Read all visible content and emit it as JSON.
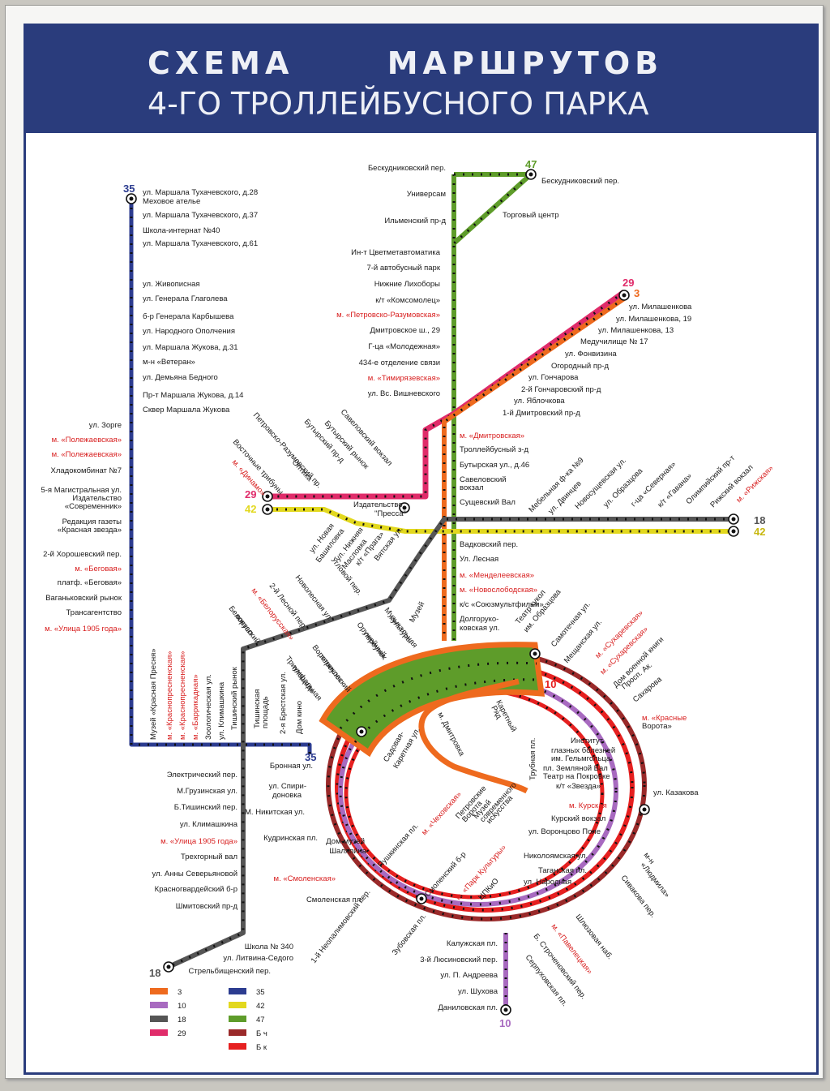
{
  "title": {
    "line1": "СХЕМА      МАРШРУТОВ",
    "line2": "4-ГО ТРОЛЛЕЙБУСНОГО ПАРКА"
  },
  "colors": {
    "r3": "#ee6a1e",
    "r10": "#a86ac0",
    "r18": "#555555",
    "r29": "#e02c6a",
    "r35": "#2c3c90",
    "r42": "#e2d81e",
    "r47": "#5e9c2a",
    "rBch": "#9a2a2a",
    "rBk": "#e62020"
  },
  "route_numbers": {
    "r35_top": "35",
    "r35_bottom": "35",
    "r47": "47",
    "r29": "29",
    "r3": "3",
    "r29_left": "29",
    "r42_left": "42",
    "r18_right": "18",
    "r42_right": "42",
    "r10_ring": "10",
    "r18_bottom": "18",
    "r10_bottom": "10"
  },
  "labels": {
    "l35": [
      "ул. Маршала Тухачевского, д.28",
      "Меховое ателье",
      "ул. Маршала Тухачевского, д.37",
      "Школа-интернат №40",
      "ул. Маршала Тухачевского, д.61",
      "ул. Живописная",
      "ул. Генерала Глаголева",
      "б-р Генерала Карбышева",
      "ул. Народного Ополчения",
      "ул. Маршала Жукова, д.31",
      "м-н «Ветеран»",
      "ул. Демьяна Бедного",
      "Пр-т Маршала Жукова, д.14",
      "Сквер Маршала Жукова"
    ],
    "l35w": [
      "ул. Зорге",
      "м. «Полежаевская»",
      "м. «Полежаевская»",
      "Хладокомбинат №7",
      "5-я Магистральная ул.",
      "Издательство",
      "«Современник»",
      "Редакция газеты",
      "«Красная звезда»",
      "2-й Хорошевский пер.",
      "м. «Беговая»",
      "платф. «Беговая»",
      "Ваганьковский рынок",
      "Трансагентство",
      "м. «Улица 1905 года»"
    ],
    "n47": [
      "Бескудниковский пер.",
      "Универсам",
      "Ильменский пр-д",
      "Бескудниковский пер.",
      "Торговый центр"
    ],
    "dm": [
      "Ин-т Цветметавтоматика",
      "7-й автобусный парк",
      "Нижние Лихоборы",
      "к/т «Комсомолец»",
      "м. «Петровско-Разумовская»",
      "Дмитровское ш., 29",
      "Г-ца «Молодежная»",
      "434-е отделение связи",
      "м. «Тимирязевская»",
      "ул. Вс. Вишневского"
    ],
    "r29": [
      "ул. Милашенкова",
      "ул. Милашенкова, 19",
      "ул. Милашенкова, 13",
      "Медучилище № 17",
      "ул. Фонвизина",
      "Огородный пр-д",
      "ул. Гончарова",
      "2-й Гончаровский пр-д",
      "ул. Яблочкова",
      "1-й Дмитровский пр-д"
    ],
    "cn": [
      "м. «Дмитровская»",
      "Троллейбусный з-д",
      "Бутырская ул., д.46",
      "Савеловский",
      "вокзал",
      "Сущевский Вал",
      "Вадковский пер.",
      "Ул. Лесная",
      "м. «Менделеевская»",
      "м. «Новослободская»",
      "к/с «Союзмультфильм»",
      "Долгоруко-",
      "ковская ул."
    ],
    "diag_nw": [
      "Петровско-Разумовский пр.",
      "Восточные трибуны",
      "м. «Динамо»",
      "Оптика",
      "Бутырский пр-д",
      "Бутырский рынок",
      "Савеловский вокзал"
    ],
    "izd": [
      "Издательство",
      "\"Пресса\""
    ],
    "diag_mid": [
      "ул. Новая",
      "Башиловка",
      "ул. Нижняя",
      "Масловка",
      "к/т «Прага»",
      "Вятская ул."
    ],
    "diag_ne": [
      "Мебельная ф-ка №9",
      "ул. Двинцев",
      "Новосущевская ул.",
      "ул. Образцова",
      "г-ца «Северная»",
      "к/т «Гавана»",
      "Олимпийский пр-т",
      "Рижский вокзал",
      "м. «Рижская»"
    ],
    "diag_sw": [
      "Угловой пер.",
      "Новолесная ул.",
      "2-й Лесной пер.",
      "м. «Белорусская»",
      "Белорусский",
      "вокзал",
      "Оружейный",
      "переулок",
      "Музыкальная",
      "культуры",
      "Музей",
      "Воротниковский",
      "переулок",
      "Триумфальная",
      "площадь",
      "Театр кукол",
      "им. Образцова",
      "Самотечная ул.",
      "Мещанская ул.",
      "м. «Сухаревская»",
      "м. «Сухаревская»",
      "Дом военной книги",
      "Просп. Ак.",
      "Сахарова",
      "м. «Красные",
      "Ворота»"
    ],
    "vert": [
      "Музей «Красная Пресня»",
      "м. «Краснопресненская»",
      "м. «Краснопресненская»",
      "м. «Баррикадная»",
      "Зоологическая ул.",
      "ул. Климашкина",
      "Тишинский рынок",
      "Тишинская",
      "площадь",
      "2-я Брестская ул.",
      "Дом кино"
    ],
    "inner": [
      "м. Дмитровка",
      "Каретный",
      "Ряд",
      "Садовая-",
      "Каретная ул."
    ],
    "ring_e": [
      "Институт",
      "глазных болезней",
      "им. Гельмгольца",
      "пл. Земляной Вал",
      "Театр на Покровке",
      "к/т «Звезда»",
      "ул. Казакова",
      "м. Курская",
      "Курский вокзал",
      "ул. Воронцово Поле",
      "Трубная пл.",
      "Николоямская ул.",
      "Таганская пл.",
      "ул. Народная",
      "м-н",
      "«Людмила»",
      "Сивакова пер."
    ],
    "ring_w": [
      "Бронная ул.",
      "ул. Спири-",
      "доновка",
      "М. Никитская ул.",
      "Кудринская пл.",
      "Дом-музей",
      "Шаляпина",
      "м. «Смоленская»",
      "Смоленская пл.",
      "Пушкинская пл.",
      "м. «Чеховская»",
      "Петровские",
      "Ворота",
      "Музей",
      "современного",
      "искусства",
      "Смоленский б-р",
      "м. «Парк Культуры»",
      "ЦПКиО"
    ],
    "l18": [
      "Электрический пер.",
      "М.Грузинская ул.",
      "Б.Тишинский пер.",
      "ул. Климашкина",
      "м. «Улица 1905 года»",
      "Трехгорный вал",
      "ул. Анны Северьяновой",
      "Красногвардейский б-р",
      "Шмитовский пр-д",
      "Школа № 340",
      "ул. Литвина-Седого",
      "Стрельбищенский пер."
    ],
    "south": [
      "1-й Неопалимовский пер.",
      "Зубовская пл.",
      "Калужская пл.",
      "3-й Люсиновский пер.",
      "ул. П. Андреева",
      "ул. Шухова",
      "Даниловская пл.",
      "м. «Павелецкая»",
      "Б. Строченовский пер.",
      "Серпуховская пл.",
      "Шлюзовая наб."
    ]
  },
  "legend": [
    {
      "name": "3",
      "color": "#ee6a1e"
    },
    {
      "name": "10",
      "color": "#a86ac0"
    },
    {
      "name": "18",
      "color": "#555555"
    },
    {
      "name": "29",
      "color": "#e02c6a"
    },
    {
      "name": "35",
      "color": "#2c3c90"
    },
    {
      "name": "42",
      "color": "#e2d81e"
    },
    {
      "name": "47",
      "color": "#5e9c2a"
    },
    {
      "name": "Б ч",
      "color": "#9a2a2a"
    },
    {
      "name": "Б к",
      "color": "#e62020"
    }
  ]
}
